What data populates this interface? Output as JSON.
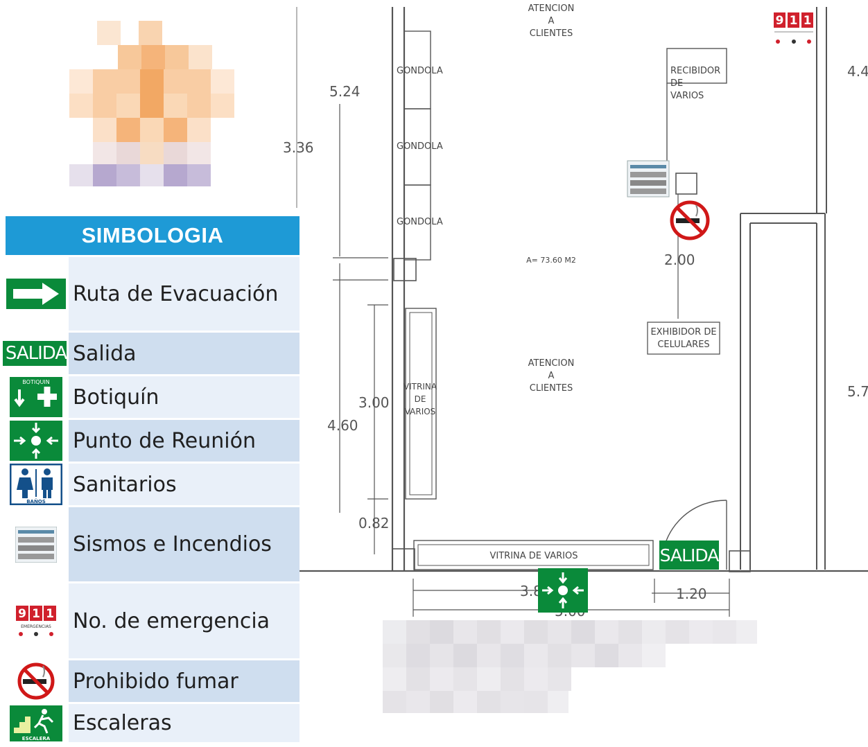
{
  "legend": {
    "title": "SIMBOLOGIA",
    "items": [
      {
        "label": "Ruta de Evacuación",
        "icon": "evacuation-arrow-icon"
      },
      {
        "label": "Salida",
        "icon": "salida-sign-icon"
      },
      {
        "label": "Botiquín",
        "icon": "first-aid-icon"
      },
      {
        "label": "Punto de Reunión",
        "icon": "meeting-point-icon"
      },
      {
        "label": "Sanitarios",
        "icon": "restroom-icon"
      },
      {
        "label": "Sismos e Incendios",
        "icon": "earthquake-fire-instructions-icon"
      },
      {
        "label": "No. de emergencia",
        "icon": "emergency-911-icon"
      },
      {
        "label": "Prohibido fumar",
        "icon": "no-smoking-icon"
      },
      {
        "label": "Escaleras",
        "icon": "stairs-icon"
      }
    ],
    "salida_text": "SALIDA",
    "botiquin_text": "BOTIQUIN",
    "banos_text": "BAÑOS",
    "escalera_text": "ESCALERA",
    "emergency_number": "911",
    "emergency_caption": "EMERGENCIAS"
  },
  "plan": {
    "labels": {
      "atencion_top": [
        "ATENCION",
        "A",
        "CLIENTES"
      ],
      "gondola": "GONDOLA",
      "recibidor": [
        "RECIBIDOR",
        "DE",
        "VARIOS"
      ],
      "area": "A= 73.60 M2",
      "atencion_mid": [
        "ATENCION",
        "A",
        "CLIENTES"
      ],
      "vitrina_side": [
        "VITRINA",
        "DE",
        "VARIOS"
      ],
      "exhibidor": [
        "EXHIBIDOR DE",
        "CELULARES"
      ],
      "vitrina_bottom": "VITRINA DE VARIOS",
      "salida_sign": "SALIDA"
    },
    "dimensions": {
      "d_524": "5.24",
      "d_336": "3.36",
      "d_200": "2.00",
      "d_300": "3.00",
      "d_460": "4.60",
      "d_082": "0.82",
      "d_38": "3.8",
      "d_120": "1.20",
      "d_500": "5.00",
      "d_44": "4.4",
      "d_57": "5.7"
    }
  },
  "colors": {
    "legend_header": "#1e9ad6",
    "safety_green": "#0a8a3a",
    "row_light": "#e9f0f9",
    "row_dark": "#cfdeef",
    "line": "#555555",
    "no_smoking_red": "#d01818"
  }
}
